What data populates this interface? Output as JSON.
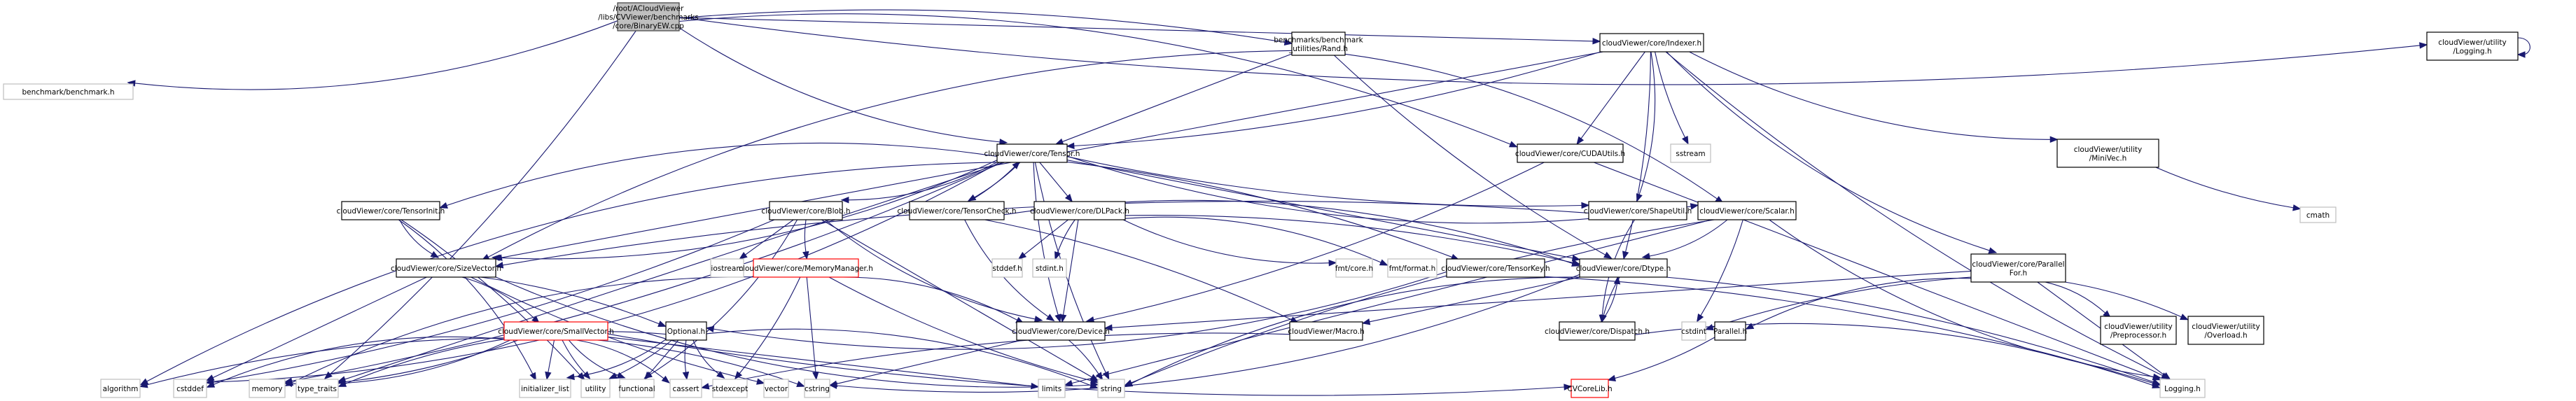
{
  "title": "Include dependency graph for BinaryEW.cpp",
  "colors": {
    "edge": "#191970",
    "root_fill": "#bfbfbf",
    "root_stroke": "#404040",
    "documented_stroke": "#000000",
    "external_stroke": "#bfbfbf",
    "truncated_stroke": "#ff0000",
    "node_fill": "#ffffff"
  },
  "nodes": [
    {
      "id": "root",
      "label": [
        "/root/ACloudViewer",
        "/libs/CVViewer/benchmarks",
        "/core/BinaryEW.cpp"
      ],
      "kind": "root"
    },
    {
      "id": "benchmark",
      "label": [
        "benchmark/benchmark.h"
      ],
      "kind": "external"
    },
    {
      "id": "rand",
      "label": [
        "benchmarks/benchmark",
        "_utilities/Rand.h"
      ],
      "kind": "documented"
    },
    {
      "id": "indexer",
      "label": [
        "cloudViewer/core/Indexer.h"
      ],
      "kind": "documented"
    },
    {
      "id": "logging_util",
      "label": [
        "cloudViewer/utility",
        "/Logging.h"
      ],
      "kind": "documented"
    },
    {
      "id": "tensor",
      "label": [
        "cloudViewer/core/Tensor.h"
      ],
      "kind": "documented"
    },
    {
      "id": "cudautils",
      "label": [
        "cloudViewer/core/CUDAUtils.h"
      ],
      "kind": "documented"
    },
    {
      "id": "sstream",
      "label": [
        "sstream"
      ],
      "kind": "external"
    },
    {
      "id": "minivec",
      "label": [
        "cloudViewer/utility",
        "/MiniVec.h"
      ],
      "kind": "documented"
    },
    {
      "id": "cmath",
      "label": [
        "cmath"
      ],
      "kind": "external"
    },
    {
      "id": "tensorinit",
      "label": [
        "cloudViewer/core/TensorInit.h"
      ],
      "kind": "documented"
    },
    {
      "id": "blob",
      "label": [
        "cloudViewer/core/Blob.h"
      ],
      "kind": "documented"
    },
    {
      "id": "tensorcheck",
      "label": [
        "cloudViewer/core/TensorCheck.h"
      ],
      "kind": "documented"
    },
    {
      "id": "dlpack",
      "label": [
        "cloudViewer/core/DLPack.h"
      ],
      "kind": "documented"
    },
    {
      "id": "shapeutil",
      "label": [
        "cloudViewer/core/ShapeUtil.h"
      ],
      "kind": "documented"
    },
    {
      "id": "scalar",
      "label": [
        "cloudViewer/core/Scalar.h"
      ],
      "kind": "documented"
    },
    {
      "id": "sizevector",
      "label": [
        "cloudViewer/core/SizeVector.h"
      ],
      "kind": "documented"
    },
    {
      "id": "iostream",
      "label": [
        "iostream"
      ],
      "kind": "external"
    },
    {
      "id": "memmgr",
      "label": [
        "cloudViewer/core/MemoryManager.h"
      ],
      "kind": "truncated"
    },
    {
      "id": "stddef_h",
      "label": [
        "stddef.h"
      ],
      "kind": "external"
    },
    {
      "id": "stdint_h",
      "label": [
        "stdint.h"
      ],
      "kind": "external"
    },
    {
      "id": "fmtcore",
      "label": [
        "fmt/core.h"
      ],
      "kind": "external"
    },
    {
      "id": "fmtformat",
      "label": [
        "fmt/format.h"
      ],
      "kind": "external"
    },
    {
      "id": "tensorkey",
      "label": [
        "cloudViewer/core/TensorKey.h"
      ],
      "kind": "documented"
    },
    {
      "id": "dtype",
      "label": [
        "cloudViewer/core/Dtype.h"
      ],
      "kind": "documented"
    },
    {
      "id": "parallelfor",
      "label": [
        "cloudViewer/core/Parallel",
        "For.h"
      ],
      "kind": "documented"
    },
    {
      "id": "smallvector",
      "label": [
        "cloudViewer/core/SmallVector.h"
      ],
      "kind": "truncated"
    },
    {
      "id": "optional",
      "label": [
        "Optional.h"
      ],
      "kind": "documented"
    },
    {
      "id": "device",
      "label": [
        "cloudViewer/core/Device.h"
      ],
      "kind": "documented"
    },
    {
      "id": "macro",
      "label": [
        "cloudViewer/Macro.h"
      ],
      "kind": "documented"
    },
    {
      "id": "dispatch",
      "label": [
        "cloudViewer/core/Dispatch.h"
      ],
      "kind": "documented"
    },
    {
      "id": "cstdint",
      "label": [
        "cstdint"
      ],
      "kind": "external"
    },
    {
      "id": "parallel_h",
      "label": [
        "Parallel.h"
      ],
      "kind": "documented"
    },
    {
      "id": "preproc",
      "label": [
        "cloudViewer/utility",
        "/Preprocessor.h"
      ],
      "kind": "documented"
    },
    {
      "id": "overload",
      "label": [
        "cloudViewer/utility",
        "/Overload.h"
      ],
      "kind": "documented"
    },
    {
      "id": "algorithm",
      "label": [
        "algorithm"
      ],
      "kind": "external"
    },
    {
      "id": "cstddef",
      "label": [
        "cstddef"
      ],
      "kind": "external"
    },
    {
      "id": "memory",
      "label": [
        "memory"
      ],
      "kind": "external"
    },
    {
      "id": "type_traits",
      "label": [
        "type_traits"
      ],
      "kind": "external"
    },
    {
      "id": "initializer_list",
      "label": [
        "initializer_list"
      ],
      "kind": "external"
    },
    {
      "id": "utility",
      "label": [
        "utility"
      ],
      "kind": "external"
    },
    {
      "id": "functional",
      "label": [
        "functional"
      ],
      "kind": "external"
    },
    {
      "id": "cassert",
      "label": [
        "cassert"
      ],
      "kind": "external"
    },
    {
      "id": "stdexcept",
      "label": [
        "stdexcept"
      ],
      "kind": "external"
    },
    {
      "id": "vector",
      "label": [
        "vector"
      ],
      "kind": "external"
    },
    {
      "id": "cstring",
      "label": [
        "cstring"
      ],
      "kind": "external"
    },
    {
      "id": "limits",
      "label": [
        "limits"
      ],
      "kind": "external"
    },
    {
      "id": "string",
      "label": [
        "string"
      ],
      "kind": "external"
    },
    {
      "id": "cvcorelib",
      "label": [
        "CVCoreLib.h"
      ],
      "kind": "truncated"
    },
    {
      "id": "logging_h",
      "label": [
        "Logging.h"
      ],
      "kind": "external"
    }
  ],
  "edges": [
    [
      "root",
      "benchmark"
    ],
    [
      "root",
      "rand"
    ],
    [
      "root",
      "indexer"
    ],
    [
      "root",
      "logging_util"
    ],
    [
      "root",
      "tensor"
    ],
    [
      "root",
      "cudautils"
    ],
    [
      "root",
      "type_traits"
    ],
    [
      "rand",
      "tensor"
    ],
    [
      "rand",
      "dtype"
    ],
    [
      "rand",
      "sizevector"
    ],
    [
      "rand",
      "scalar"
    ],
    [
      "indexer",
      "tensor"
    ],
    [
      "indexer",
      "cudautils"
    ],
    [
      "indexer",
      "sstream"
    ],
    [
      "indexer",
      "minivec"
    ],
    [
      "indexer",
      "shapeutil"
    ],
    [
      "indexer",
      "dtype"
    ],
    [
      "indexer",
      "sizevector"
    ],
    [
      "indexer",
      "logging_h"
    ],
    [
      "indexer",
      "parallelfor"
    ],
    [
      "logging_util",
      "logging_util"
    ],
    [
      "cudautils",
      "device"
    ],
    [
      "cudautils",
      "logging_h"
    ],
    [
      "minivec",
      "cmath"
    ],
    [
      "tensor",
      "tensorinit"
    ],
    [
      "tensor",
      "blob"
    ],
    [
      "tensor",
      "tensorcheck"
    ],
    [
      "tensor",
      "dlpack"
    ],
    [
      "tensor",
      "shapeutil"
    ],
    [
      "tensor",
      "scalar"
    ],
    [
      "tensor",
      "sizevector"
    ],
    [
      "tensor",
      "tensorkey"
    ],
    [
      "tensor",
      "dtype"
    ],
    [
      "tensor",
      "device"
    ],
    [
      "tensor",
      "algorithm"
    ],
    [
      "tensor",
      "cstddef"
    ],
    [
      "tensor",
      "memory"
    ],
    [
      "tensor",
      "type_traits"
    ],
    [
      "tensor",
      "string"
    ],
    [
      "tensorinit",
      "sizevector"
    ],
    [
      "tensorinit",
      "initializer_list"
    ],
    [
      "tensorinit",
      "utility"
    ],
    [
      "blob",
      "iostream"
    ],
    [
      "blob",
      "memmgr"
    ],
    [
      "blob",
      "device"
    ],
    [
      "blob",
      "functional"
    ],
    [
      "blob",
      "cstddef"
    ],
    [
      "blob",
      "string"
    ],
    [
      "tensorcheck",
      "tensor"
    ],
    [
      "tensorcheck",
      "device"
    ],
    [
      "tensorcheck",
      "dtype"
    ],
    [
      "tensorcheck",
      "macro"
    ],
    [
      "dlpack",
      "stddef_h"
    ],
    [
      "dlpack",
      "stdint_h"
    ],
    [
      "dlpack",
      "fmtcore"
    ],
    [
      "dlpack",
      "fmtformat"
    ],
    [
      "dlpack",
      "dtype"
    ],
    [
      "dlpack",
      "device"
    ],
    [
      "shapeutil",
      "sizevector"
    ],
    [
      "shapeutil",
      "dispatch"
    ],
    [
      "scalar",
      "dtype"
    ],
    [
      "scalar",
      "cstdint"
    ],
    [
      "scalar",
      "limits"
    ],
    [
      "scalar",
      "string"
    ],
    [
      "scalar",
      "logging_h"
    ],
    [
      "sizevector",
      "smallvector"
    ],
    [
      "sizevector",
      "optional"
    ],
    [
      "sizevector",
      "cstddef"
    ],
    [
      "sizevector",
      "vector"
    ],
    [
      "sizevector",
      "string"
    ],
    [
      "memmgr",
      "device"
    ],
    [
      "memmgr",
      "stdexcept"
    ],
    [
      "memmgr",
      "cstring"
    ],
    [
      "memmgr",
      "string"
    ],
    [
      "memmgr",
      "memory"
    ],
    [
      "tensorkey",
      "optional"
    ],
    [
      "tensorkey",
      "logging_h"
    ],
    [
      "dtype",
      "macro"
    ],
    [
      "dtype",
      "dispatch"
    ],
    [
      "dtype",
      "string"
    ],
    [
      "dtype",
      "cstring"
    ],
    [
      "dtype",
      "logging_h"
    ],
    [
      "parallelfor",
      "device"
    ],
    [
      "parallelfor",
      "cstdint"
    ],
    [
      "parallelfor",
      "parallel_h"
    ],
    [
      "parallelfor",
      "preproc"
    ],
    [
      "parallelfor",
      "overload"
    ],
    [
      "parallelfor",
      "logging_h"
    ],
    [
      "smallvector",
      "algorithm"
    ],
    [
      "smallvector",
      "cstddef"
    ],
    [
      "smallvector",
      "memory"
    ],
    [
      "smallvector",
      "type_traits"
    ],
    [
      "smallvector",
      "initializer_list"
    ],
    [
      "smallvector",
      "utility"
    ],
    [
      "smallvector",
      "functional"
    ],
    [
      "smallvector",
      "cassert"
    ],
    [
      "smallvector",
      "cstring"
    ],
    [
      "smallvector",
      "limits"
    ],
    [
      "smallvector",
      "cvcorelib"
    ],
    [
      "optional",
      "type_traits"
    ],
    [
      "optional",
      "initializer_list"
    ],
    [
      "optional",
      "utility"
    ],
    [
      "optional",
      "functional"
    ],
    [
      "optional",
      "cassert"
    ],
    [
      "optional",
      "stdexcept"
    ],
    [
      "optional",
      "string"
    ],
    [
      "device",
      "string"
    ],
    [
      "device",
      "cstring"
    ],
    [
      "macro",
      "cassert"
    ],
    [
      "dispatch",
      "dtype"
    ],
    [
      "dispatch",
      "logging_h"
    ],
    [
      "parallel_h",
      "cvcorelib"
    ]
  ]
}
